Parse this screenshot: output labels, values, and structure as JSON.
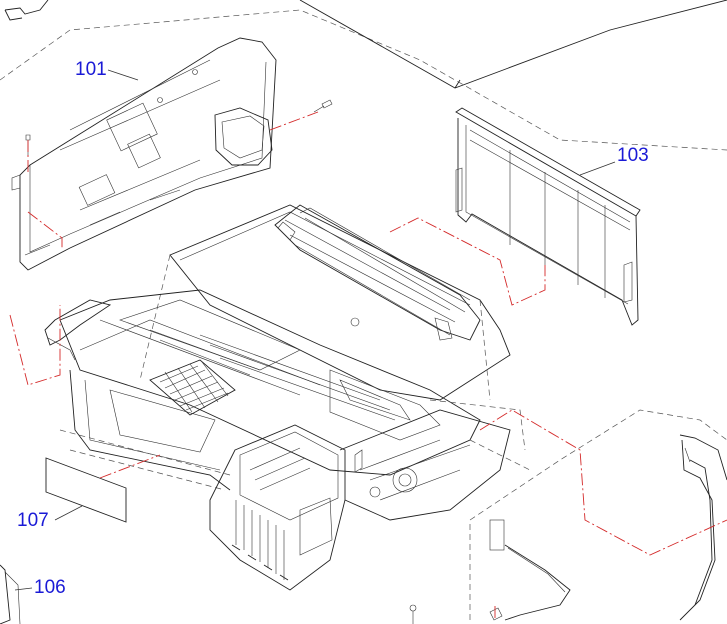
{
  "colors": {
    "label": "#1a1ad6",
    "line": "#222222",
    "centerline": "#d42a2a",
    "background": "#ffffff"
  },
  "parts": [
    {
      "id": "part-101",
      "label": "101"
    },
    {
      "id": "part-103",
      "label": "103"
    },
    {
      "id": "part-107",
      "label": "107"
    },
    {
      "id": "part-106",
      "label": "106"
    }
  ]
}
